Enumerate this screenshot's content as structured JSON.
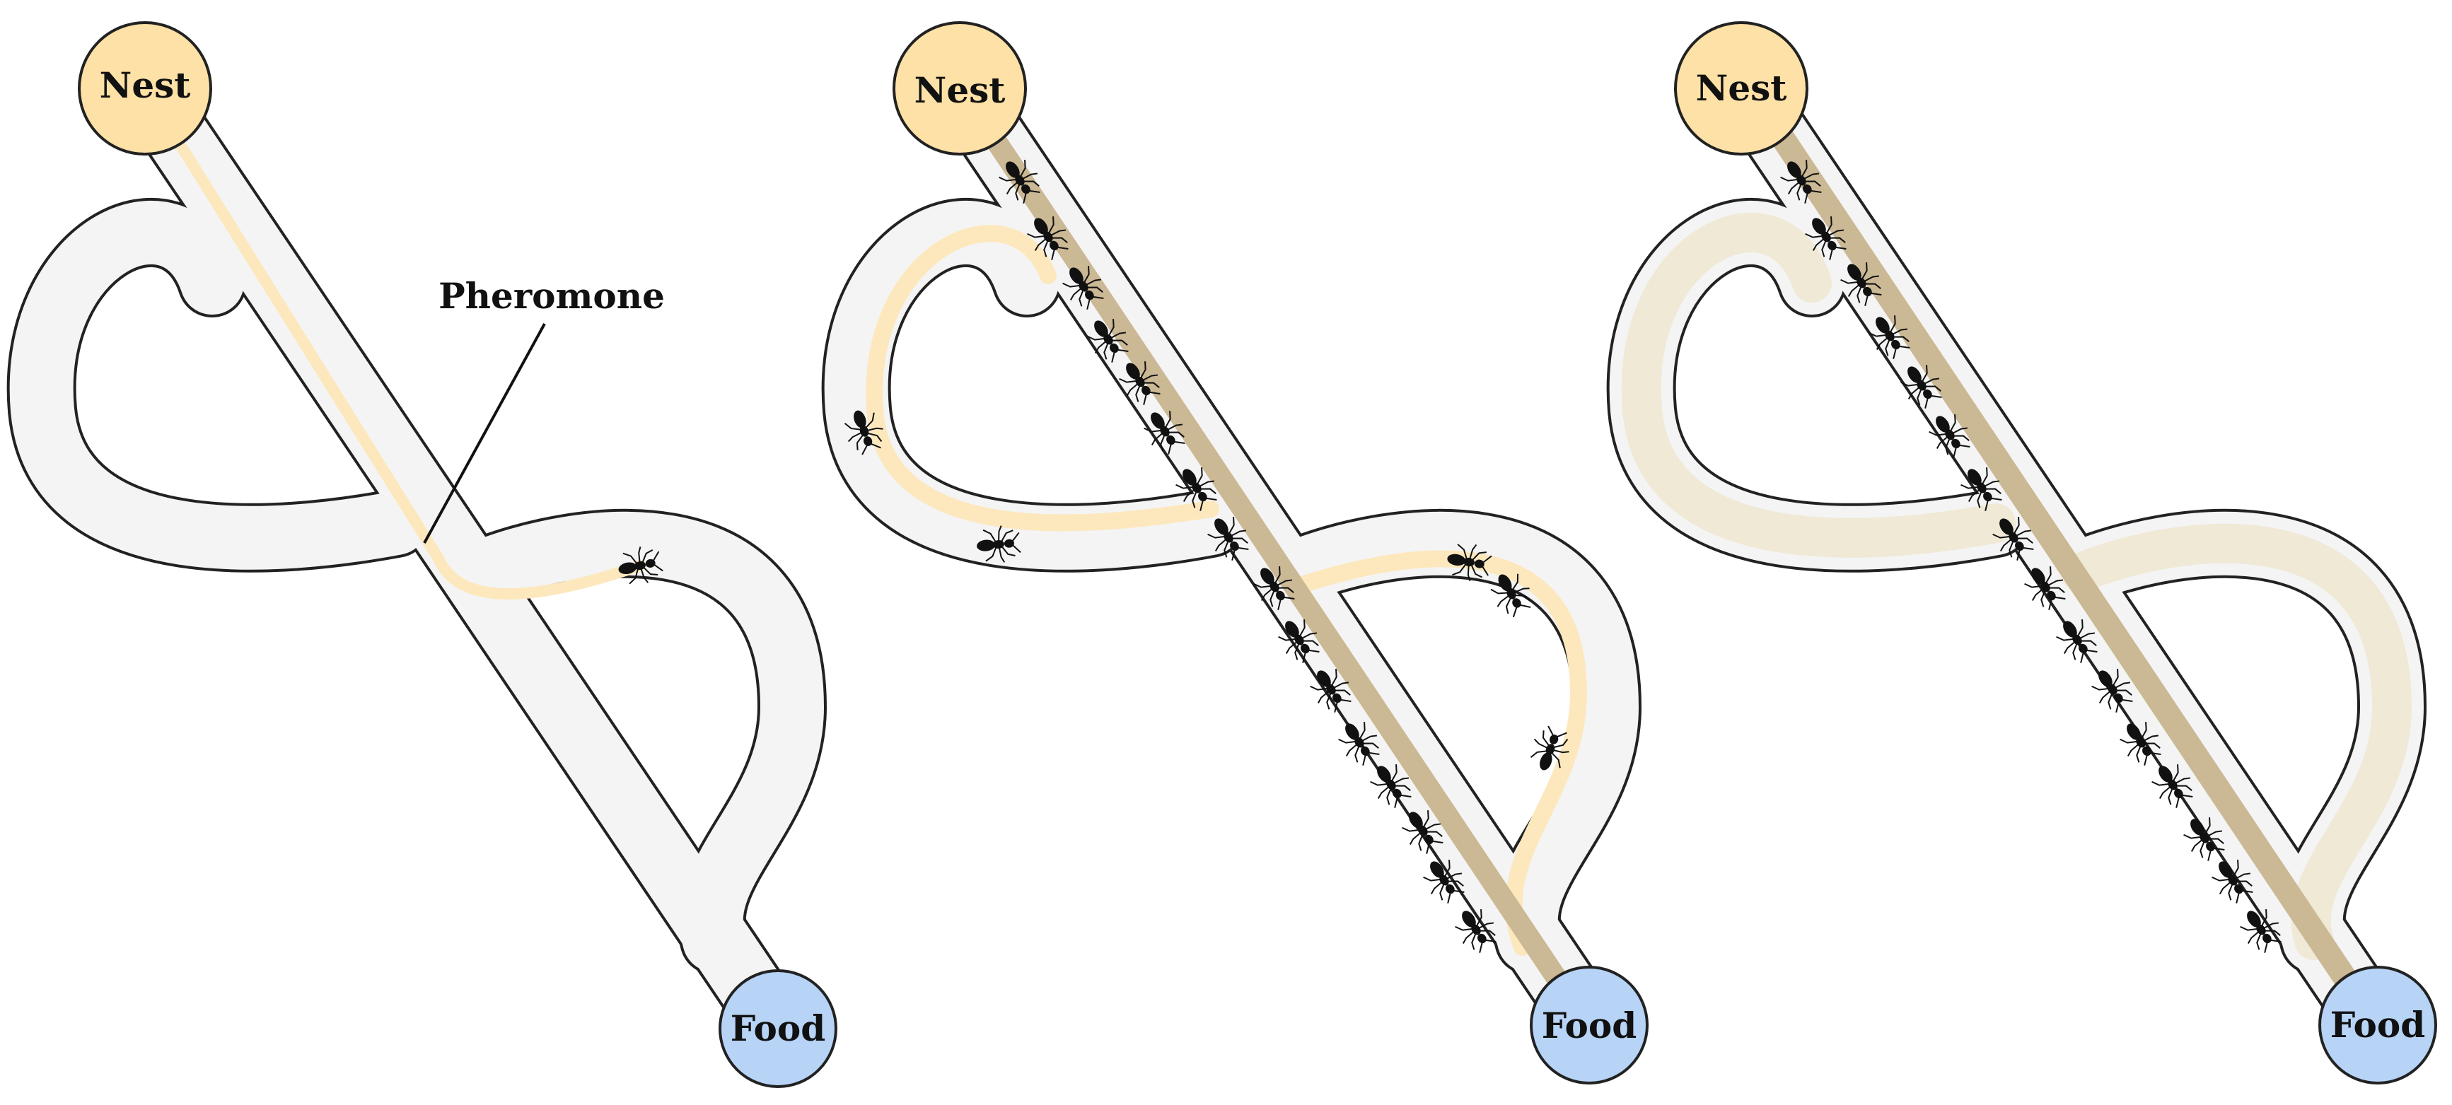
{
  "panels": [
    {
      "nest_label": "Nest",
      "food_label": "Food",
      "callout_label": "Pheromone"
    },
    {
      "nest_label": "Nest",
      "food_label": "Food"
    },
    {
      "nest_label": "Nest",
      "food_label": "Food"
    }
  ],
  "colors": {
    "nest_fill": "#fde1a6",
    "food_fill": "#b7d4f7",
    "track_fill": "#f4f4f4",
    "track_outline": "#222222",
    "pheromone_light": "#fde8be",
    "pheromone_strong": "#cbb894",
    "pheromone_faded": "#efe9d6",
    "ant": "#111111"
  }
}
